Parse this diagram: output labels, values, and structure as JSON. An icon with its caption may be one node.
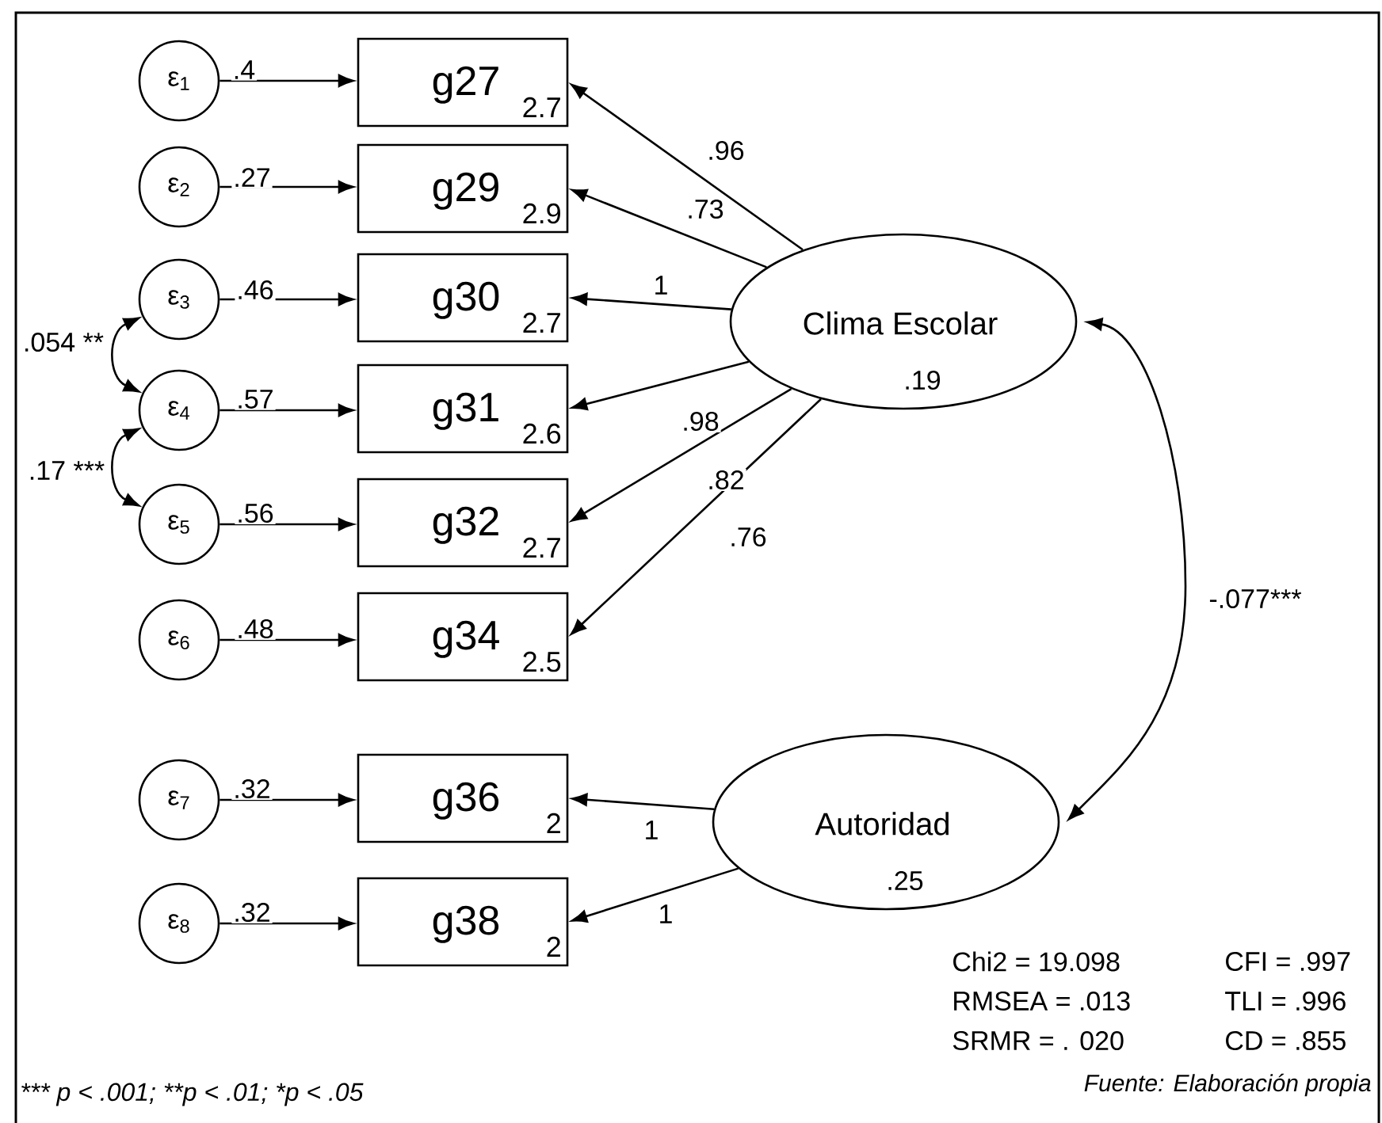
{
  "diagram": {
    "nodes": [
      {
        "text": [
          "ε$_{1}$"
        ]
      },
      {
        "text": [
          "ε$_{2}$"
        ]
      },
      {
        "text": [
          "ε$_{3}$"
        ]
      },
      {
        "text": [
          "ε$_{4}$"
        ]
      },
      {
        "text": [
          "ε$_{5}$"
        ]
      },
      {
        "text": [
          "ε$_{6}$"
        ]
      },
      {
        "text": [
          "ε$_{7}$"
        ]
      },
      {
        "text": [
          "ε$_{8}$"
        ]
      },
      {
        "text": [
          "g27",
          "2.7"
        ]
      },
      {
        "text": [
          "g29",
          "2.9"
        ]
      },
      {
        "text": [
          "g30",
          "2.7"
        ]
      },
      {
        "text": [
          "g31",
          "2.6"
        ]
      },
      {
        "text": [
          "g32",
          "2.7"
        ]
      },
      {
        "text": [
          "g34",
          "2.5"
        ]
      },
      {
        "text": [
          "g36",
          "2"
        ]
      },
      {
        "text": [
          "g38",
          "2"
        ]
      },
      {
        "text": [
          "Clima Escolar",
          ".19"
        ]
      },
      {
        "text": [
          "Autoridad",
          ".25"
        ]
      }
    ],
    "edges": [
      {
        "from": 0,
        "to": 8,
        "arrow": "to",
        "label": ".4"
      },
      {
        "from": 1,
        "to": 9,
        "arrow": "to",
        "label": ".27"
      },
      {
        "from": 2,
        "to": 10,
        "arrow": "to",
        "label": ".46"
      },
      {
        "from": 3,
        "to": 11,
        "arrow": "to",
        "label": ".57"
      },
      {
        "from": 4,
        "to": 12,
        "arrow": "to",
        "label": ".56"
      },
      {
        "from": 5,
        "to": 13,
        "arrow": "to",
        "label": ".48"
      },
      {
        "from": 6,
        "to": 14,
        "arrow": "to",
        "label": ".32"
      },
      {
        "from": 7,
        "to": 15,
        "arrow": "to",
        "label": ".32"
      },
      {
        "from": 16,
        "to": 8,
        "arrow": "to",
        "label": ".96"
      },
      {
        "from": 16,
        "to": 9,
        "arrow": "to",
        "label": ".73"
      },
      {
        "from": 16,
        "to": 10,
        "arrow": "to",
        "label": "1"
      },
      {
        "from": 16,
        "to": 11,
        "arrow": "to",
        "label": ".98"
      },
      {
        "from": 16,
        "to": 12,
        "arrow": "to",
        "label": ".82"
      },
      {
        "from": 16,
        "to": 13,
        "arrow": "to",
        "label": ".76"
      },
      {
        "from": 17,
        "to": 14,
        "arrow": "to",
        "label": "1"
      },
      {
        "from": 17,
        "to": 15,
        "arrow": "to",
        "label": "1"
      },
      {
        "from": 16,
        "to": 17,
        "arrow": "both",
        "label": "-.077***"
      },
      {
        "from": 2,
        "to": 3,
        "arrow": "both",
        "label": ".054 **"
      },
      {
        "from": 3,
        "to": 4,
        "arrow": "both",
        "label": ".17 ***"
      }
    ],
    "labels": [
      "Chi2 = 19.098",
      "CFI = .997",
      "RMSEA = .013",
      "TLI = .996",
      "SRMR = . 020",
      "CD = .855",
      "*** p < .001; **p < .01; *p < .05",
      "Fuente: Elaboración propia"
    ]
  }
}
